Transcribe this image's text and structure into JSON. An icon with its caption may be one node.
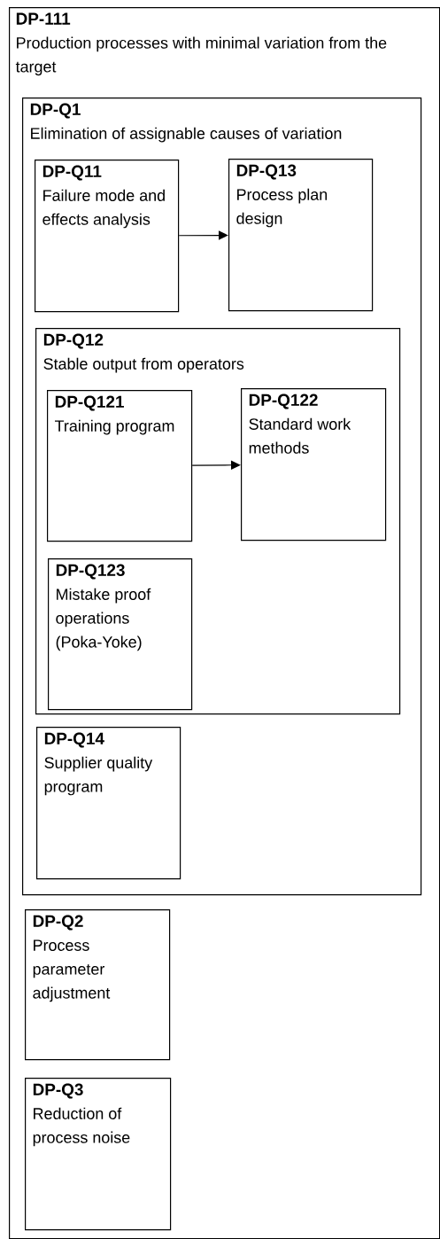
{
  "diagram": {
    "nodes": [
      {
        "text": [
          "DP-111",
          "Production processes with minimal variation from the target"
        ]
      },
      {
        "text": [
          "DP-Q1",
          "Elimination of assignable causes of variation"
        ],
        "in": 0
      },
      {
        "text": [
          "DP-Q11",
          "Failure mode and effects analysis"
        ],
        "in": 1
      },
      {
        "text": [
          "DP-Q13",
          "Process plan design"
        ],
        "in": 1
      },
      {
        "text": [
          "DP-Q12",
          "Stable output from operators"
        ],
        "in": 1
      },
      {
        "text": [
          "DP-Q121",
          "Training program"
        ],
        "in": 4
      },
      {
        "text": [
          "DP-Q122",
          "Standard work methods"
        ],
        "in": 4
      },
      {
        "text": [
          "DP-Q123",
          "Mistake proof operations (Poka-Yoke)"
        ],
        "in": 4
      },
      {
        "text": [
          "DP-Q14",
          "Supplier quality program"
        ],
        "in": 1
      },
      {
        "text": [
          "DP-Q2",
          "Process parameter adjustment"
        ],
        "in": 0
      },
      {
        "text": [
          "DP-Q3",
          "Reduction of process noise"
        ],
        "in": 0
      }
    ],
    "edges": [
      {
        "from": 2,
        "to": 3,
        "arrow": "to"
      },
      {
        "from": 5,
        "to": 6,
        "arrow": "to"
      }
    ]
  }
}
